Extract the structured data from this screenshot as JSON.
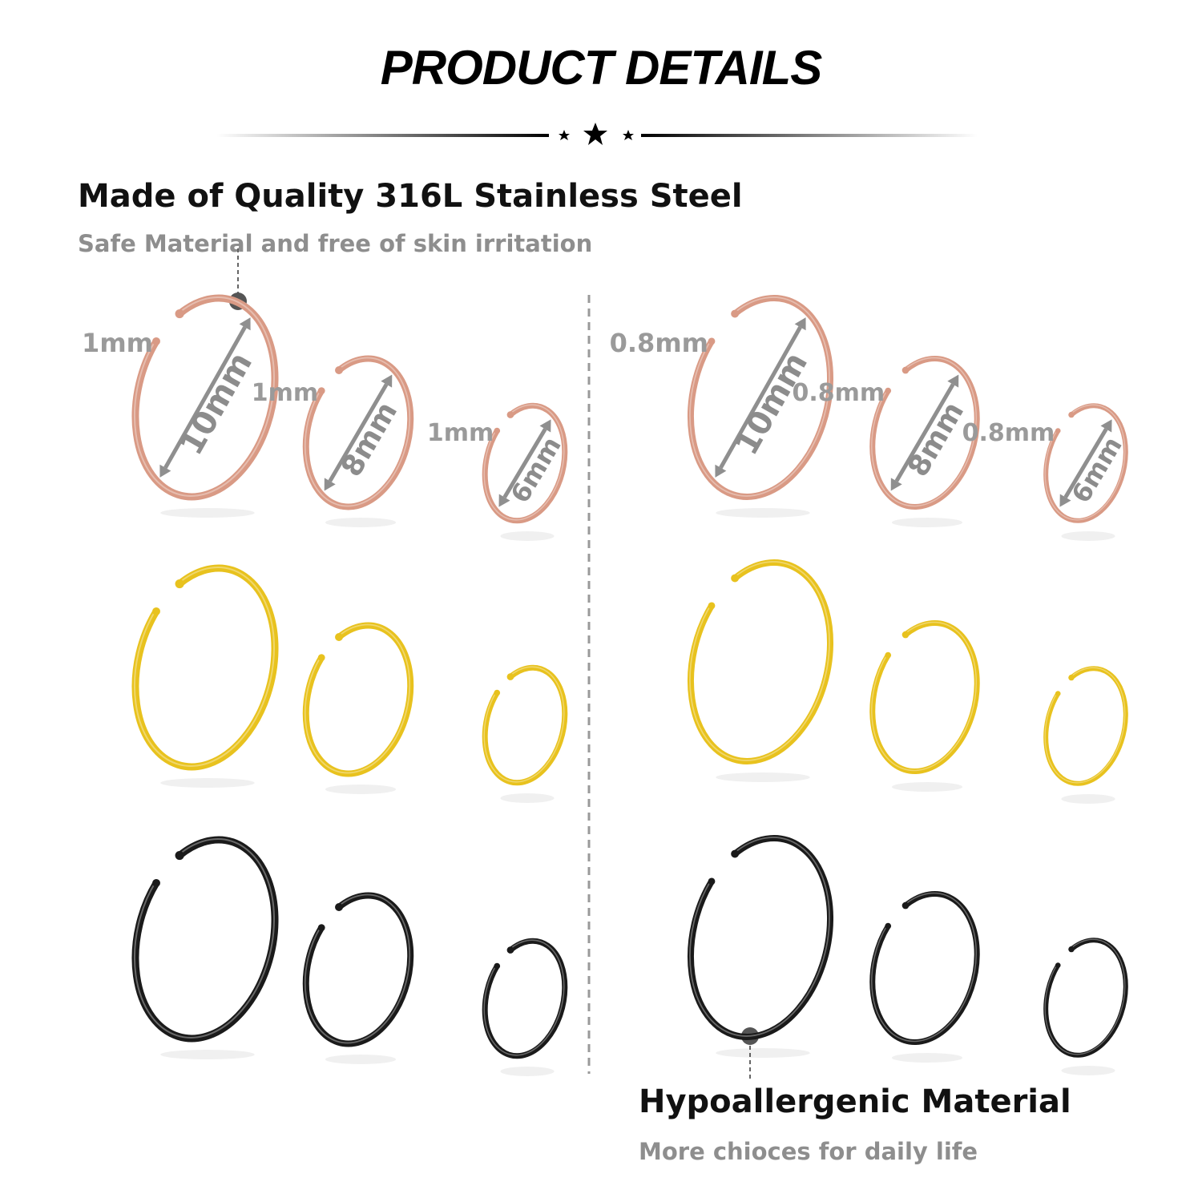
{
  "header": {
    "title": "PRODUCT DETAILS"
  },
  "feature_top": {
    "heading": "Made of Quality 316L Stainless Steel",
    "subheading": "Safe Material and free of skin irritation"
  },
  "feature_bottom": {
    "heading": "Hypoallergenic Material",
    "subheading": "More chioces for daily life"
  },
  "sizes": [
    "10mm",
    "8mm",
    "6mm"
  ],
  "gauges": {
    "left": "1mm",
    "right": "0.8mm"
  },
  "colors": {
    "rose_gold": "#d99a85",
    "gold": "#e8c21e",
    "black": "#1a1a1a",
    "arrow": "#8f8f8f"
  }
}
